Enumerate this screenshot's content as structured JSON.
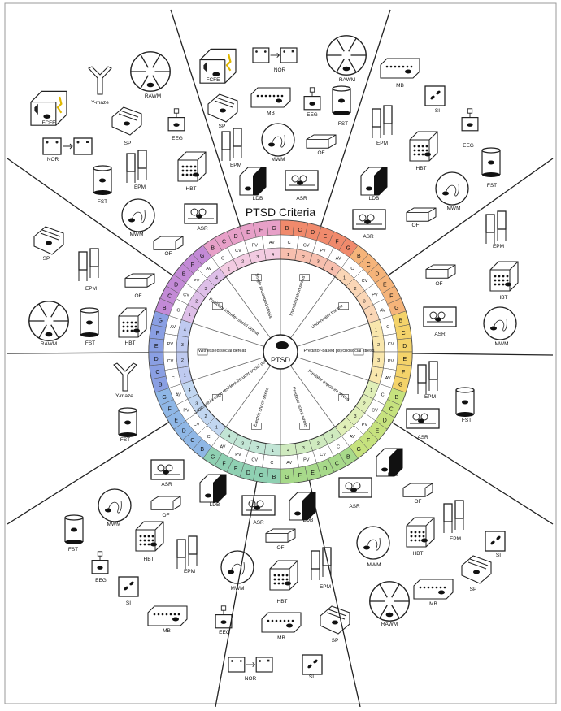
{
  "title": "PTSD Criteria",
  "center_label": "PTSD",
  "model_colors": [
    "#f08a6c",
    "#f5b47a",
    "#f4d36a",
    "#e9e36e",
    "#c6e27e",
    "#a7d98a",
    "#8fd0b2",
    "#8fb7e6",
    "#8a9fe3",
    "#a48ad8",
    "#c38ad6",
    "#e7a0c8"
  ],
  "models": [
    {
      "name": "Immobilization stress",
      "chips": [
        "B",
        "C",
        "D",
        "E",
        "F",
        "G"
      ]
    },
    {
      "name": "Underwater trauma",
      "chips": [
        "B",
        "C",
        "D",
        "E",
        "F",
        "G"
      ]
    },
    {
      "name": "Predator-based psychosocial stress",
      "chips": [
        "B",
        "C",
        "D",
        "E",
        "F",
        "G"
      ]
    },
    {
      "name": "Predator exposure stress",
      "chips": [
        "B",
        "C",
        "D",
        "E",
        "F",
        "G"
      ]
    },
    {
      "name": "Predator scent stress",
      "chips": [
        "B",
        "C",
        "D",
        "E",
        "F",
        "G"
      ]
    },
    {
      "name": "Electric shock stress",
      "chips": [
        "B",
        "C",
        "D",
        "E",
        "F",
        "G"
      ]
    },
    {
      "name": "Cage-within-cage resident-intruder social defeat",
      "chips": [
        "B",
        "C",
        "D",
        "E",
        "F",
        "G"
      ]
    },
    {
      "name": "Witnessed social defeat",
      "chips": [
        "B",
        "C",
        "D",
        "E",
        "F",
        "G"
      ]
    },
    {
      "name": "Resident-intruder social defeat",
      "chips": [
        "B",
        "C",
        "D",
        "E",
        "F",
        "G"
      ]
    },
    {
      "name": "Single prolonged stress",
      "chips": [
        "B",
        "C",
        "D",
        "E",
        "F",
        "G"
      ]
    }
  ],
  "inner_chips": [
    "1",
    "2",
    "3",
    "4"
  ],
  "criteria_codes": [
    "C",
    "CV",
    "PV",
    "AV"
  ],
  "tests": [
    {
      "label": "FCFE",
      "icon": "fcfe-icon"
    },
    {
      "label": "Y-maze",
      "icon": "y-maze-icon"
    },
    {
      "label": "RAWM",
      "icon": "rawm-icon"
    },
    {
      "label": "NOR",
      "icon": "nor-icon"
    },
    {
      "label": "SP",
      "icon": "sp-icon"
    },
    {
      "label": "EEG",
      "icon": "eeg-icon"
    },
    {
      "label": "EPM",
      "icon": "epm-icon"
    },
    {
      "label": "HBT",
      "icon": "hbt-icon"
    },
    {
      "label": "FST",
      "icon": "fst-icon"
    },
    {
      "label": "MWM",
      "icon": "mwm-icon"
    },
    {
      "label": "OF",
      "icon": "of-icon"
    },
    {
      "label": "ASR",
      "icon": "asr-icon"
    },
    {
      "label": "LDB",
      "icon": "ldb-icon"
    },
    {
      "label": "MB",
      "icon": "mb-icon"
    },
    {
      "label": "SI",
      "icon": "si-icon"
    }
  ],
  "test_labels": {
    "FCFE": "FCFE",
    "Y-maze": "Y-maze",
    "RAWM": "RAWM",
    "NOR": "NOR",
    "SP": "SP",
    "EEG": "EEG",
    "EPM": "EPM",
    "HBT": "HBT",
    "FST": "FST",
    "MWM": "MWM",
    "OF": "OF",
    "ASR": "ASR",
    "LDB": "LDB",
    "MB": "MB",
    "SI": "SI"
  }
}
